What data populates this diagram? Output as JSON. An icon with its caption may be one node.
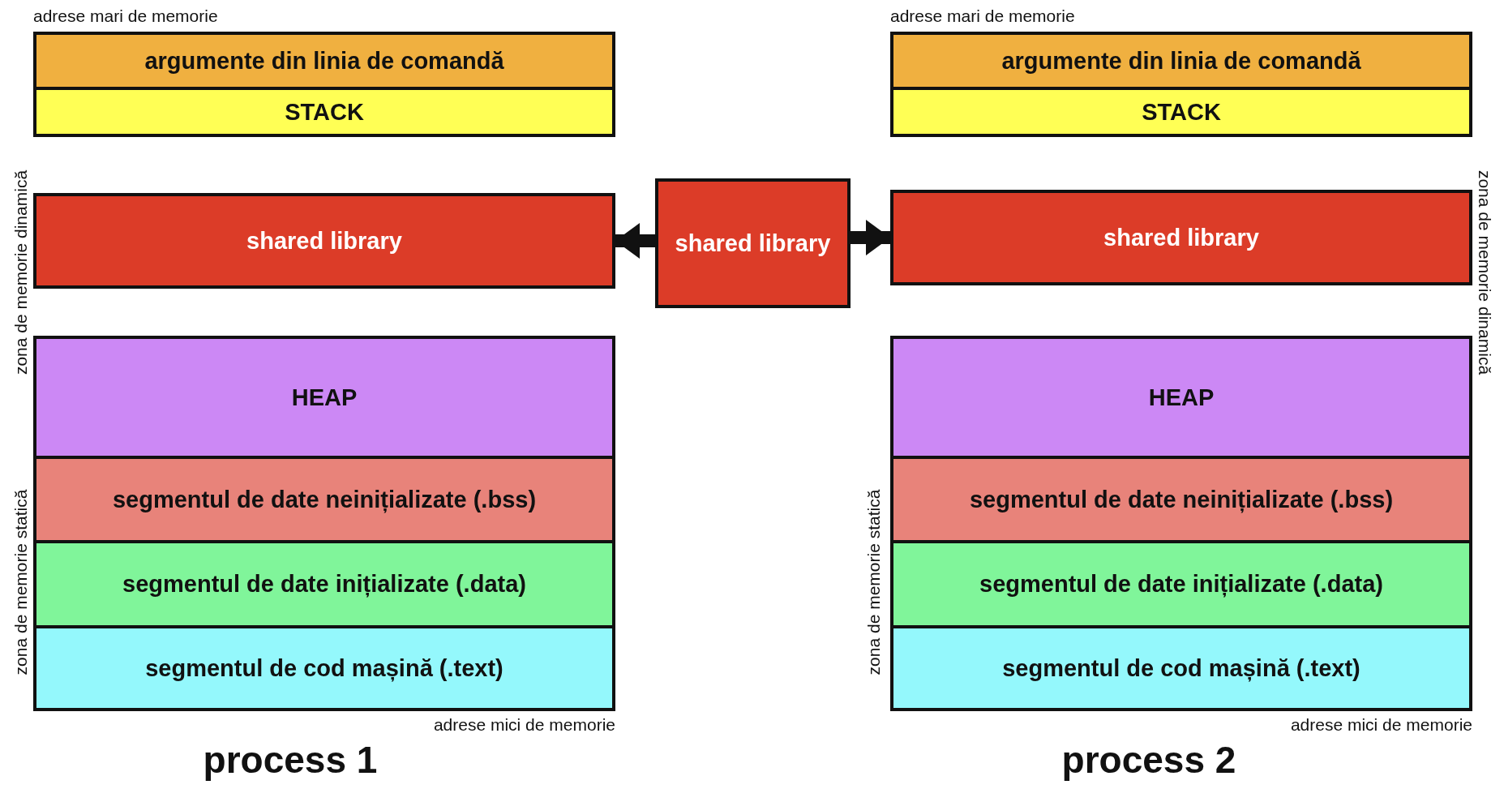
{
  "diagram": {
    "nodes": [
      {
        "text": [
          "argumente din linia de comandă"
        ]
      },
      {
        "text": [
          "STACK"
        ]
      },
      {
        "text": [
          "shared library"
        ]
      },
      {
        "text": [
          "HEAP"
        ]
      },
      {
        "text": [
          "segmentul de date neinițializate (.bss)"
        ]
      },
      {
        "text": [
          "segmentul de date inițializate (.data)"
        ]
      },
      {
        "text": [
          "segmentul de cod mașină (.text)"
        ]
      },
      {
        "text": [
          "shared library"
        ]
      },
      {
        "text": [
          "argumente din linia de comandă"
        ]
      },
      {
        "text": [
          "STACK"
        ]
      },
      {
        "text": [
          "shared library"
        ]
      },
      {
        "text": [
          "HEAP"
        ]
      },
      {
        "text": [
          "segmentul de date neinițializate (.bss)"
        ]
      },
      {
        "text": [
          "segmentul de date inițializate (.data)"
        ]
      },
      {
        "text": [
          "segmentul de cod mașină (.text)"
        ]
      }
    ],
    "edges": [
      {
        "from": 7,
        "to": 2,
        "arrow": "to"
      },
      {
        "from": 7,
        "to": 10,
        "arrow": "to"
      }
    ],
    "labels": [
      "adrese mari de memorie",
      "adrese mari de memorie",
      "zona de memorie dinamică",
      "zona de memorie dinamică",
      "zona de memorie statică",
      "zona de memorie statică",
      "adrese mici de memorie",
      "adrese mici de memorie",
      "process 1",
      "process 2"
    ]
  }
}
